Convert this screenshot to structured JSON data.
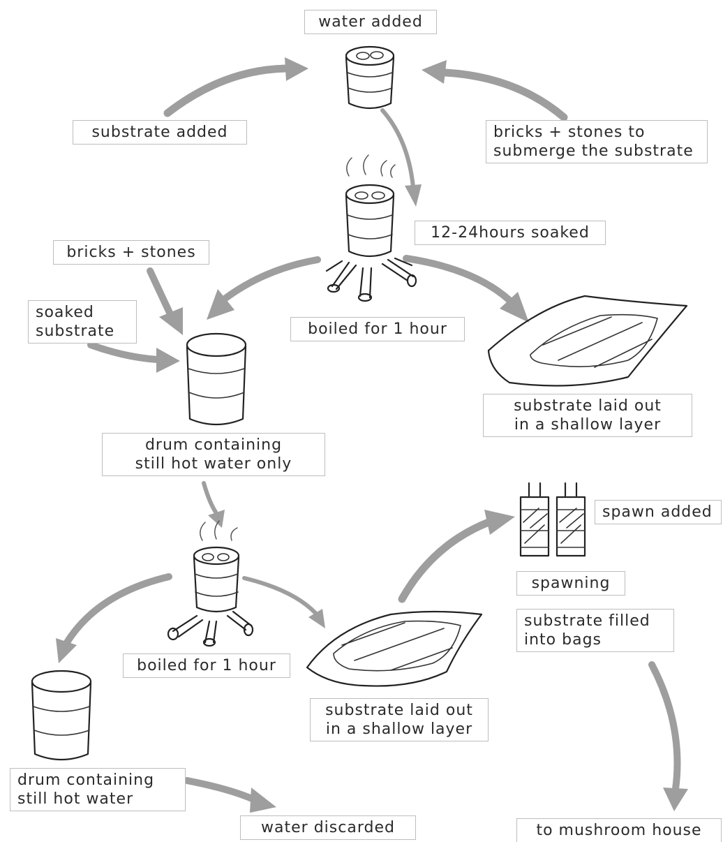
{
  "labels": {
    "water_added": "water added",
    "substrate_added": "substrate added",
    "bricks_stones_submerge": [
      "bricks + stones to",
      "submerge the substrate"
    ],
    "soaked_12_24h": "12-24hours soaked",
    "bricks_stones": "bricks + stones",
    "soaked_substrate": [
      "soaked",
      "substrate"
    ],
    "boiled_1h_top": "boiled for 1 hour",
    "laid_out_top": [
      "substrate laid out",
      "in a shallow layer"
    ],
    "drum_hot_water_only": [
      "drum containing",
      "still hot water only"
    ],
    "spawn_added": "spawn added",
    "spawning": "spawning",
    "filled_into_bags": [
      "substrate filled",
      "into bags"
    ],
    "boiled_1h_bottom": "boiled for 1 hour",
    "laid_out_bottom": [
      "substrate laid out",
      "in a shallow layer"
    ],
    "drum_hot_water": [
      "drum containing",
      "still hot water"
    ],
    "water_discarded": "water discarded",
    "to_mushroom_house": "to mushroom house"
  },
  "colors": {
    "arrow": "#9e9e9e",
    "label_border": "#bdbdbd",
    "sketch": "#222222"
  }
}
